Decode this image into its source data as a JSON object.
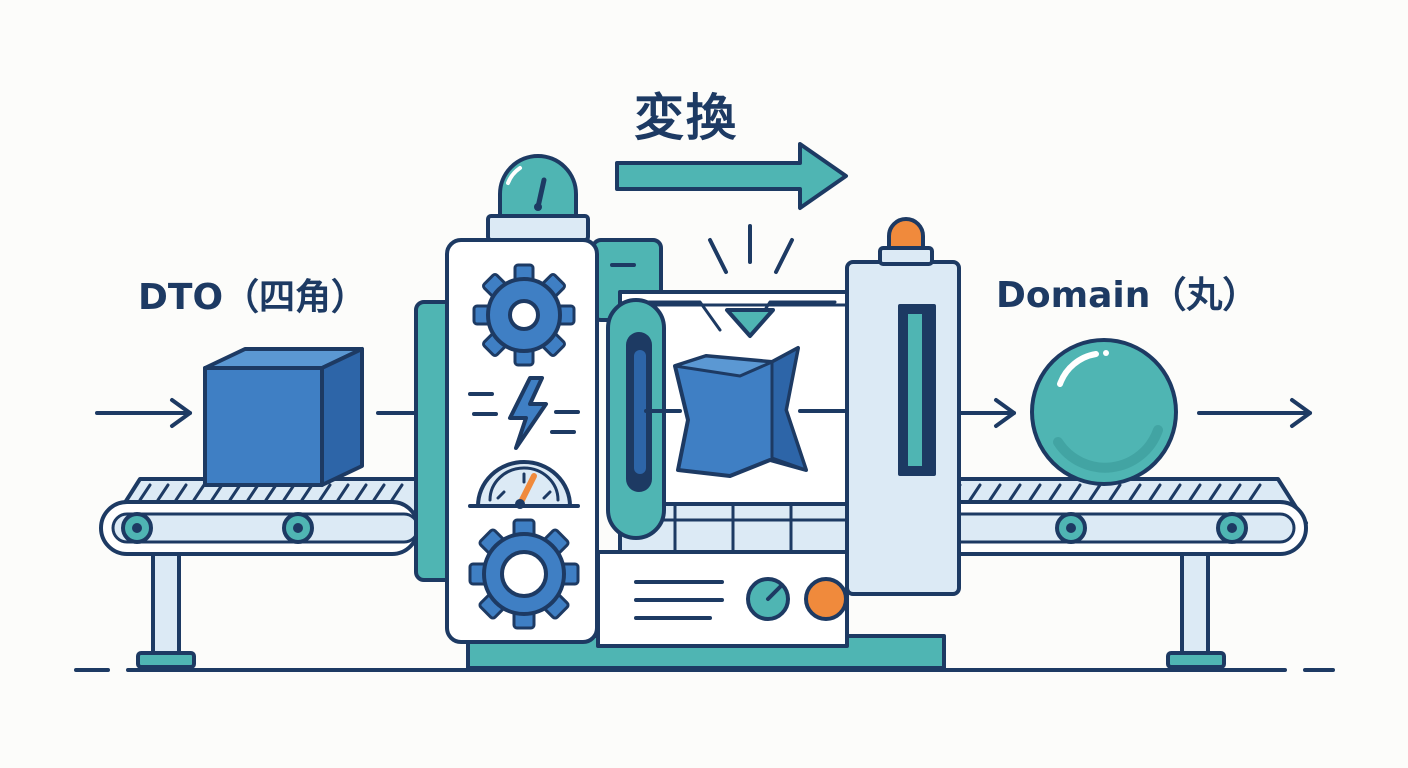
{
  "title": "変換",
  "input_label": "DTO（四角）",
  "output_label": "Domain（丸）",
  "icons": {
    "process_arrow": "right-arrow-icon",
    "gear": "gear-icon",
    "lightning": "lightning-icon",
    "gauge": "gauge-icon",
    "cube": "cube-icon",
    "sphere": "sphere-icon",
    "beacon": "beacon-light-icon"
  },
  "colors": {
    "outline": "#1d3a63",
    "blue": "#3f7fc4",
    "teal": "#4fb5b3",
    "light_panel": "#dceaf5",
    "orange": "#f08a3c"
  }
}
